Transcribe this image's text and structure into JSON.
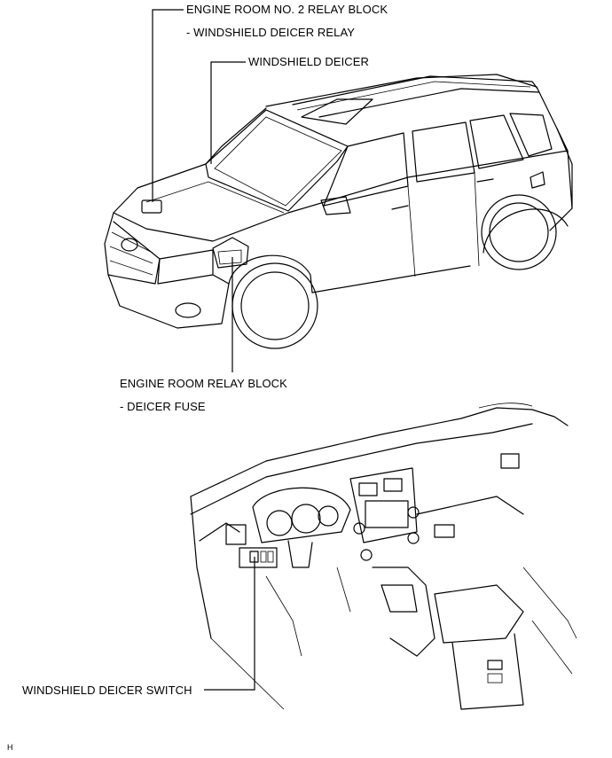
{
  "labels": {
    "relay_block_2": "ENGINE ROOM NO. 2 RELAY BLOCK",
    "relay_block_2_sub": "- WINDSHIELD DEICER RELAY",
    "windshield_deicer": "WINDSHIELD DEICER",
    "relay_block": "ENGINE ROOM RELAY BLOCK",
    "relay_block_sub": "- DEICER FUSE",
    "deicer_switch": "WINDSHIELD DEICER SWITCH",
    "corner_mark": "H"
  },
  "icons": {
    "vehicle": "suv-exterior-illustration",
    "dashboard": "instrument-panel-illustration"
  }
}
